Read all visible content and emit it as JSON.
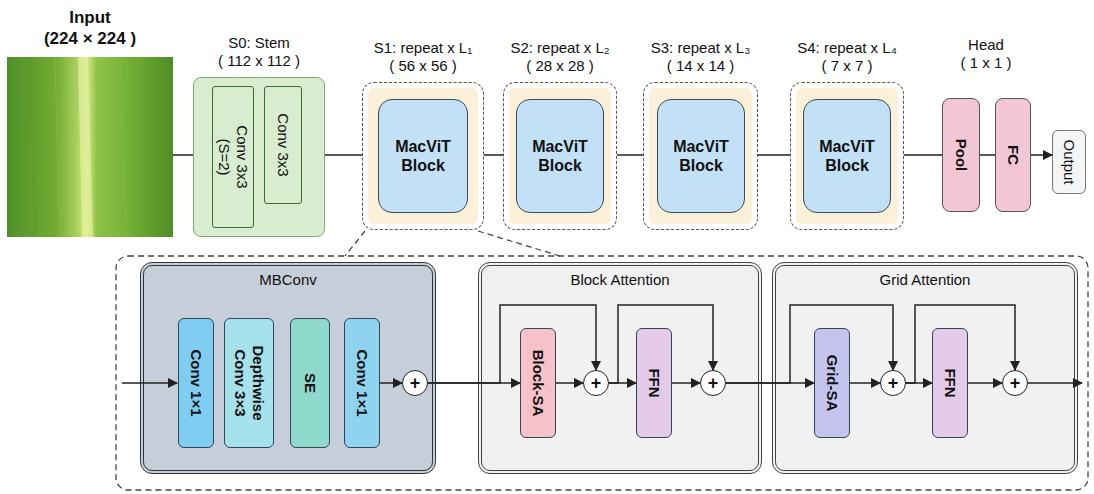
{
  "diagram": {
    "nodes": [
      {
        "text": [
          "Input",
          "(224 × 224 )"
        ]
      },
      {
        "text": [
          "S0: Stem",
          "( 112 x 112 )"
        ]
      },
      {
        "text": [
          "Conv 3x3 (S=2)"
        ],
        "in": 1
      },
      {
        "text": [
          "Conv 3x3"
        ],
        "in": 1
      },
      {
        "text": [
          "S1: repeat x L₁",
          "( 56 x 56 )"
        ]
      },
      {
        "text": [
          "MacViT Block"
        ],
        "in": 4
      },
      {
        "text": [
          "S2: repeat x L₂",
          "( 28 x 28 )"
        ]
      },
      {
        "text": [
          "MacViT Block"
        ],
        "in": 6
      },
      {
        "text": [
          "S3: repeat x L₃",
          "( 14 x 14 )"
        ]
      },
      {
        "text": [
          "MacViT Block"
        ],
        "in": 8
      },
      {
        "text": [
          "S4: repeat x L₄",
          "( 7 x 7 )"
        ]
      },
      {
        "text": [
          "MacViT Block"
        ],
        "in": 10
      },
      {
        "text": [
          "Pool"
        ]
      },
      {
        "text": [
          "FC"
        ]
      },
      {
        "text": [
          "Output"
        ]
      },
      {
        "text": [
          "MBConv"
        ]
      },
      {
        "text": [
          "Conv 1×1"
        ],
        "in": 15
      },
      {
        "text": [
          "Depthwise Conv 3×3"
        ],
        "in": 15
      },
      {
        "text": [
          "SE"
        ],
        "in": 15
      },
      {
        "text": [
          "Conv 1×1"
        ],
        "in": 15
      },
      {
        "text": [
          "+"
        ],
        "in": 15
      },
      {
        "text": [
          "Block Attention"
        ]
      },
      {
        "text": [
          "Block-SA"
        ],
        "in": 21
      },
      {
        "text": [
          "+"
        ],
        "in": 21
      },
      {
        "text": [
          "FFN"
        ],
        "in": 21
      },
      {
        "text": [
          "+"
        ],
        "in": 21
      },
      {
        "text": [
          "Grid Attention"
        ]
      },
      {
        "text": [
          "Grid-SA"
        ],
        "in": 26
      },
      {
        "text": [
          "+"
        ],
        "in": 26
      },
      {
        "text": [
          "FFN"
        ],
        "in": 26
      },
      {
        "text": [
          "+"
        ],
        "in": 26
      }
    ],
    "edges": [
      {
        "from": 0,
        "to": 1,
        "arrow": "none"
      },
      {
        "from": 1,
        "to": 4,
        "arrow": "none"
      },
      {
        "from": 4,
        "to": 6,
        "arrow": "none"
      },
      {
        "from": 6,
        "to": 8,
        "arrow": "none"
      },
      {
        "from": 8,
        "to": 10,
        "arrow": "none"
      },
      {
        "from": 10,
        "to": 12,
        "arrow": "none"
      },
      {
        "from": 12,
        "to": 13,
        "arrow": "none"
      },
      {
        "from": 13,
        "to": 14,
        "arrow": "to"
      },
      {
        "from": 19,
        "to": 20,
        "arrow": "to"
      },
      {
        "from": 20,
        "to": 22,
        "arrow": "to"
      },
      {
        "from": 22,
        "to": 23,
        "arrow": "to"
      },
      {
        "from": 20,
        "to": 23,
        "arrow": "to"
      },
      {
        "from": 23,
        "to": 24,
        "arrow": "to"
      },
      {
        "from": 24,
        "to": 25,
        "arrow": "to"
      },
      {
        "from": 23,
        "to": 25,
        "arrow": "to"
      },
      {
        "from": 25,
        "to": 27,
        "arrow": "to"
      },
      {
        "from": 25,
        "to": 28,
        "arrow": "to"
      },
      {
        "from": 27,
        "to": 28,
        "arrow": "to"
      },
      {
        "from": 28,
        "to": 29,
        "arrow": "to"
      },
      {
        "from": 29,
        "to": 30,
        "arrow": "to"
      },
      {
        "from": 28,
        "to": 30,
        "arrow": "to"
      }
    ],
    "labels": [
      "Head",
      "( 1 x 1 )"
    ]
  }
}
